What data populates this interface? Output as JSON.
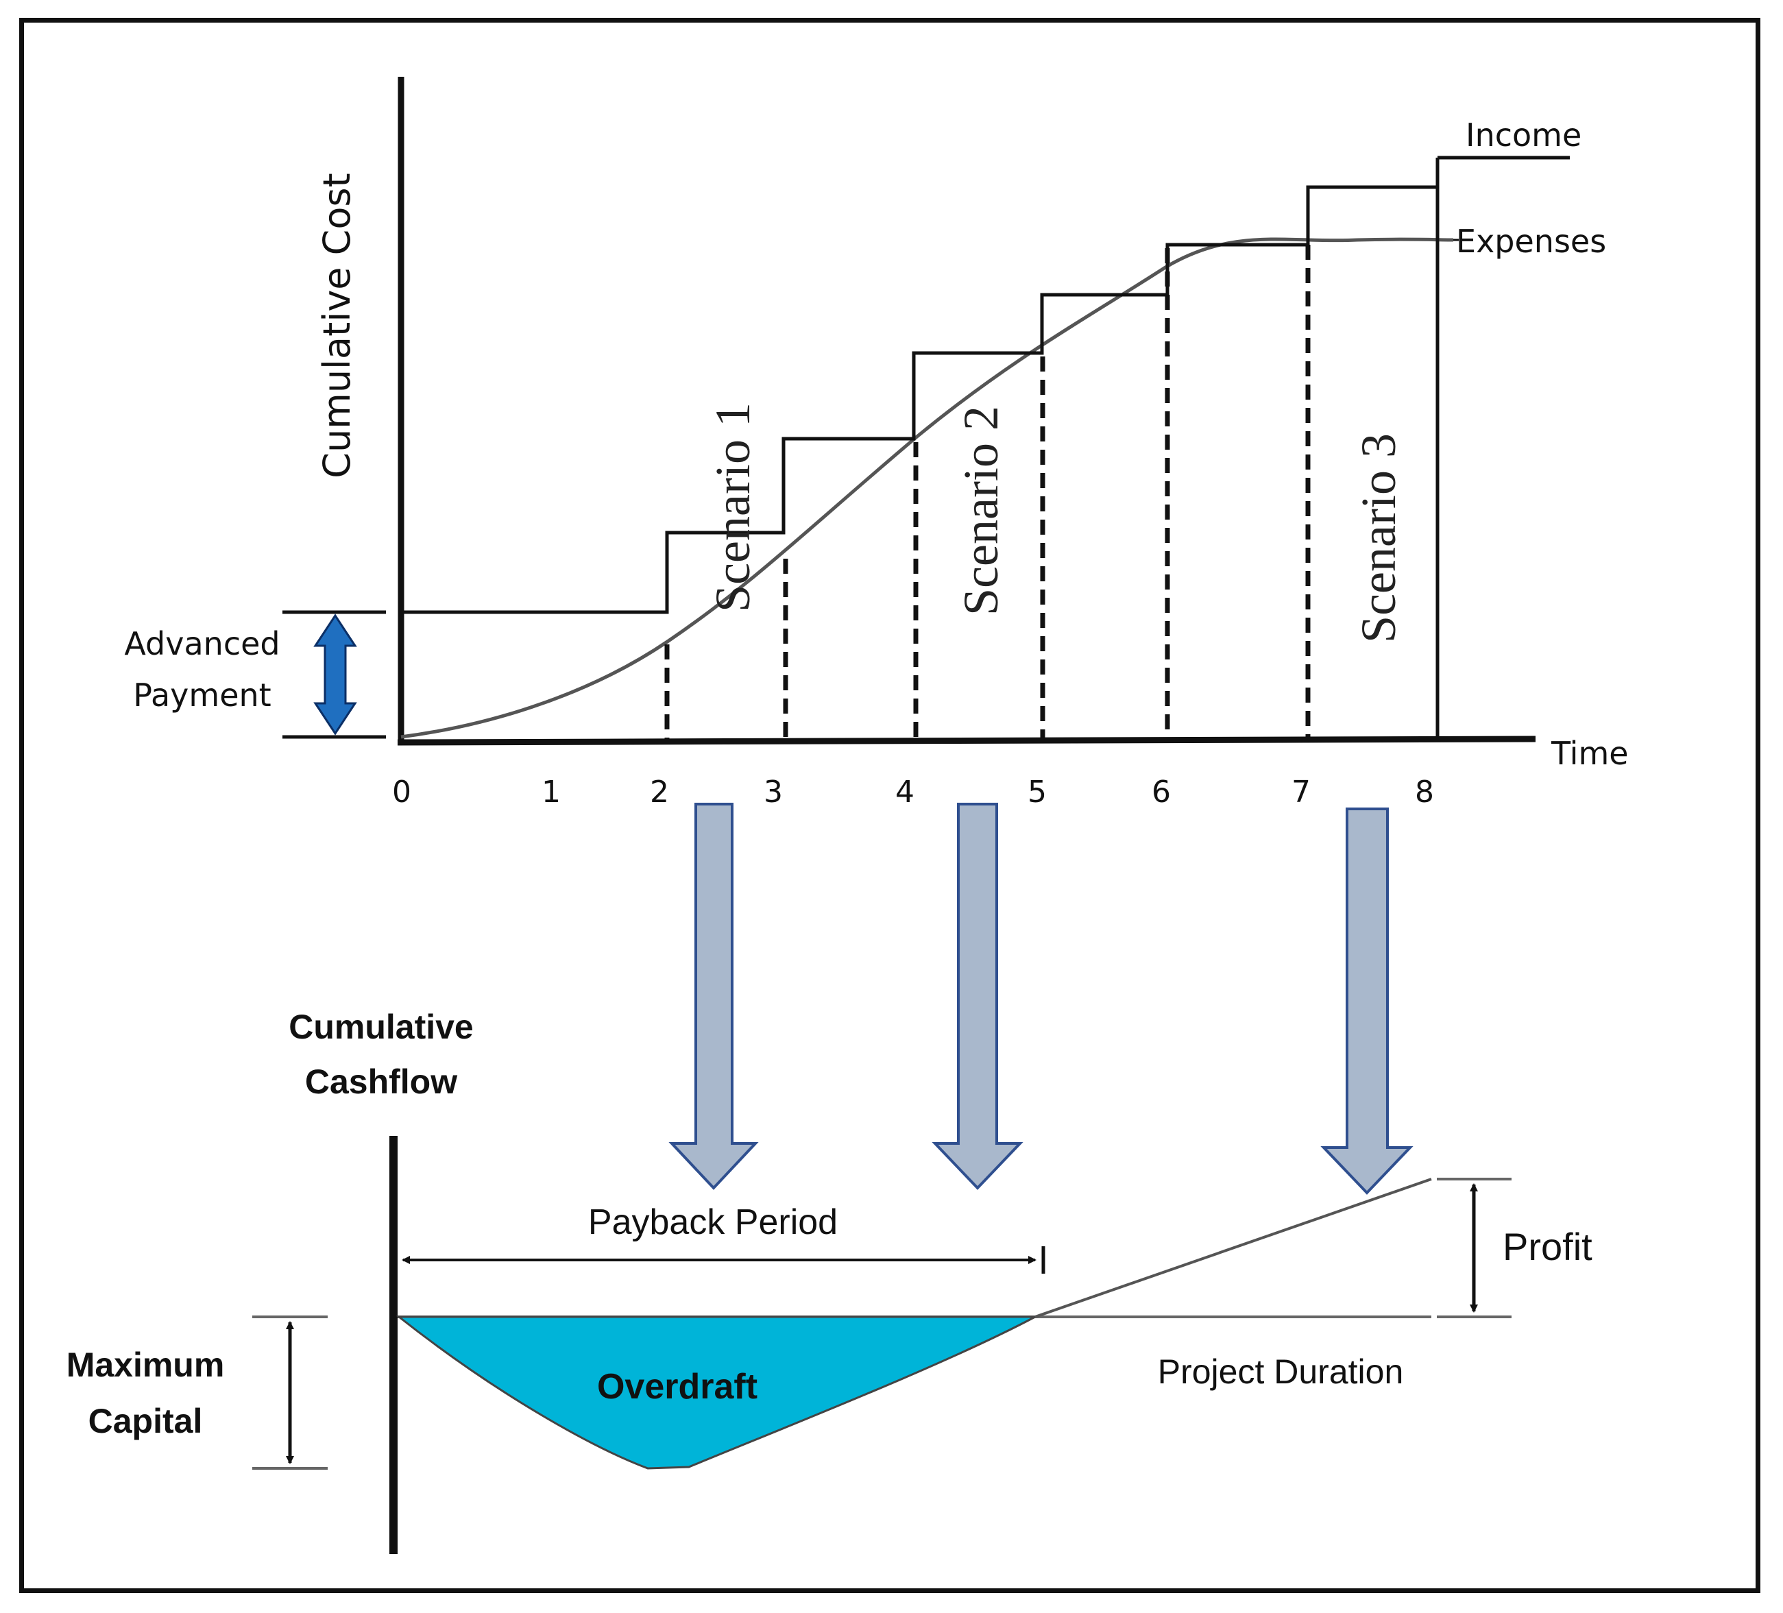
{
  "top_chart": {
    "ylabel": "Cumulative Cost",
    "xlabel": "Time",
    "x_ticks": [
      "0",
      "1",
      "2",
      "3",
      "4",
      "5",
      "6",
      "7",
      "8"
    ],
    "income_label": "Income",
    "expenses_label": "Expenses",
    "advanced_payment_line1": "Advanced",
    "advanced_payment_line2": "Payment",
    "scenarios": [
      "Scenario 1",
      "Scenario 2",
      "Scenario 3"
    ]
  },
  "bottom_chart": {
    "ylabel_line1": "Cumulative",
    "ylabel_line2": "Cashflow",
    "payback_period": "Payback Period",
    "overdraft": "Overdraft",
    "project_duration": "Project Duration",
    "profit": "Profit",
    "max_capital_line1": "Maximum",
    "max_capital_line2": "Capital"
  },
  "colors": {
    "overdraft_fill": "#00b4d8",
    "arrow_fill": "#a9b8cc",
    "arrow_stroke": "#2f4f8f",
    "adv_arrow": "#1f6fc0"
  }
}
